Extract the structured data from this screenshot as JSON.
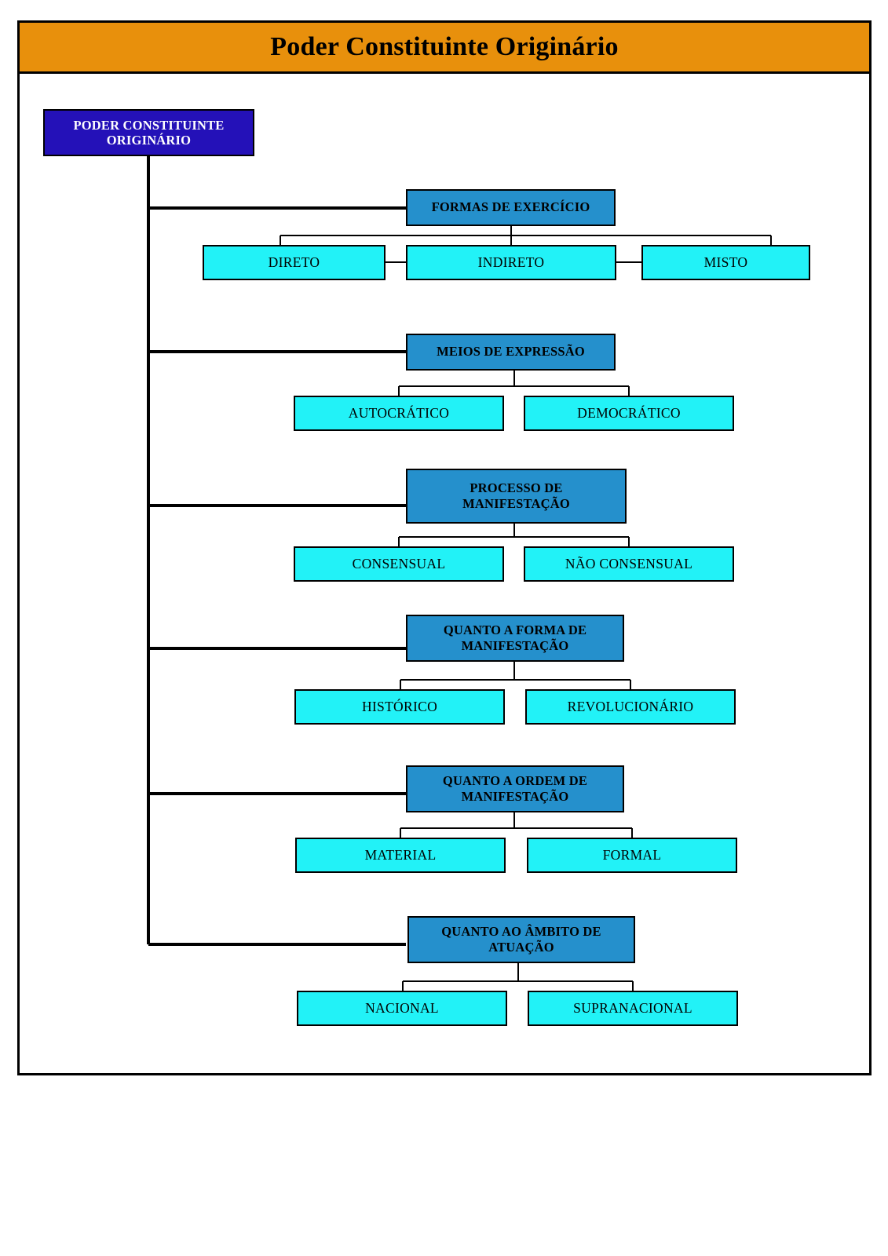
{
  "header": {
    "title": "Poder Constituinte Originário",
    "bg_color": "#E8900C",
    "text_color": "#000000"
  },
  "colors": {
    "root_box": "#2411B8",
    "root_text": "#FFFFFF",
    "category_box": "#2590CC",
    "leaf_box": "#22F2F7",
    "border": "#000000",
    "frame": "#000000",
    "page_background": "#FFFFFF"
  },
  "diagram": {
    "type": "tree",
    "orientation": "vertical-trunk-right-branches",
    "root": {
      "label_line1": "PODER CONSTITUINTE",
      "label_line2": "ORIGINÁRIO",
      "label": "PODER CONSTITUINTE ORIGINÁRIO"
    },
    "branches": [
      {
        "id": "formas-de-exercicio",
        "label_line1": "FORMAS DE EXERCÍCIO",
        "label_line2": "",
        "children": [
          {
            "label": "DIRETO"
          },
          {
            "label": "INDIRETO"
          },
          {
            "label": "MISTO"
          }
        ]
      },
      {
        "id": "meios-de-expressao",
        "label_line1": "MEIOS DE EXPRESSÃO",
        "label_line2": "",
        "children": [
          {
            "label": "AUTOCRÁTICO"
          },
          {
            "label": "DEMOCRÁTICO"
          }
        ]
      },
      {
        "id": "processo-de-manifestacao",
        "label_line1": "PROCESSO DE",
        "label_line2": "MANIFESTAÇÃO",
        "children": [
          {
            "label": "CONSENSUAL"
          },
          {
            "label": "NÃO CONSENSUAL"
          }
        ]
      },
      {
        "id": "quanto-a-forma-de-manifestacao",
        "label_line1": "QUANTO A FORMA DE",
        "label_line2": "MANIFESTAÇÃO",
        "children": [
          {
            "label": "HISTÓRICO"
          },
          {
            "label": "REVOLUCIONÁRIO"
          }
        ]
      },
      {
        "id": "quanto-a-ordem-de-manifestacao",
        "label_line1": "QUANTO A ORDEM DE",
        "label_line2": "MANIFESTAÇÃO",
        "children": [
          {
            "label": "MATERIAL"
          },
          {
            "label": "FORMAL"
          }
        ]
      },
      {
        "id": "quanto-ao-ambito-de-atuacao",
        "label_line1": "QUANTO AO ÂMBITO DE",
        "label_line2": "ATUAÇÃO",
        "children": [
          {
            "label": "NACIONAL"
          },
          {
            "label": "SUPRANACIONAL"
          }
        ]
      }
    ]
  }
}
